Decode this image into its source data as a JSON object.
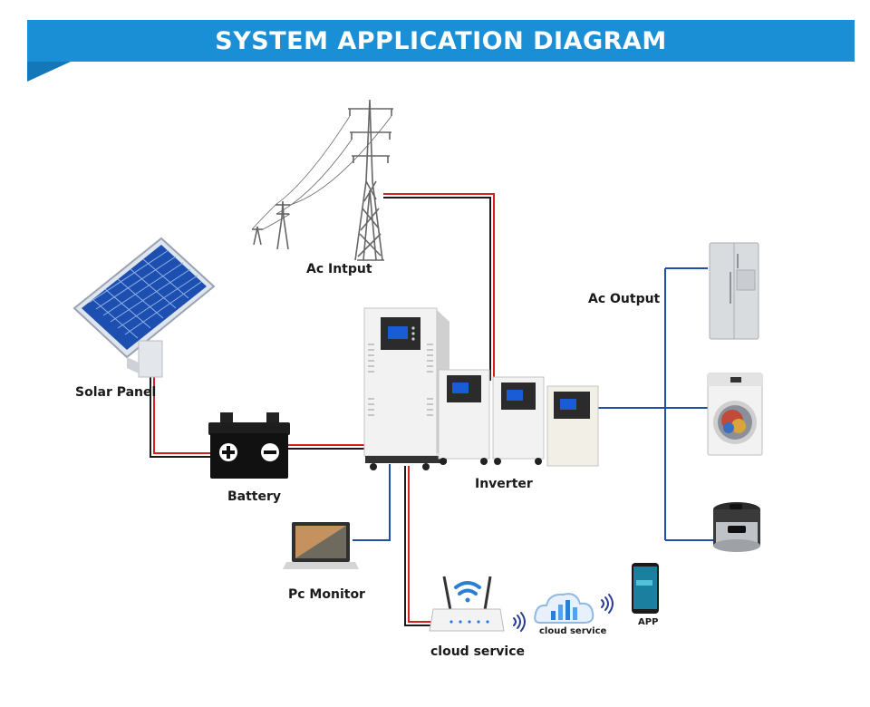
{
  "title": "SYSTEM APPLICATION DIAGRAM",
  "labels": {
    "ac_input": "Ac Intput",
    "ac_output": "Ac Output",
    "solar_panel": "Solar Panel",
    "battery": "Battery",
    "inverter": "Inverter",
    "pc_monitor": "Pc Monitor",
    "router_cloud": "cloud service",
    "cloud_small": "cloud service",
    "app": "APP"
  },
  "colors": {
    "banner": "#1b8fd6",
    "wire_red": "#d32020",
    "wire_black": "#1a1a1a",
    "wire_blue": "#1f4fa8",
    "panel_blue": "#1d4fb0",
    "wifi_blue": "#2a7fd4"
  },
  "icons": [
    "transmission-tower-icon",
    "solar-panel-icon",
    "battery-icon",
    "inverter-icon",
    "laptop-icon",
    "router-icon",
    "cloud-icon",
    "smartphone-icon",
    "refrigerator-icon",
    "washing-machine-icon",
    "rice-cooker-icon",
    "wifi-icon"
  ]
}
